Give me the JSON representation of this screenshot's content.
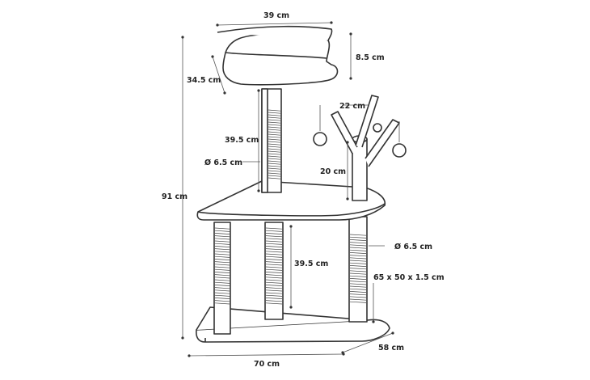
{
  "diagram": {
    "subject": "cat-tree",
    "dimensions": {
      "bed_width": "39 cm",
      "bed_height": "8.5 cm",
      "bed_depth": "34.5 cm",
      "top_post_height": "39.5 cm",
      "post_diameter_top": "Ø 6.5 cm",
      "branch_length": "22 cm",
      "branch_post_height": "20 cm",
      "total_height": "91 cm",
      "lower_post_height": "39.5 cm",
      "post_diameter_lower": "Ø 6.5 cm",
      "base_board": "65 x 50 x 1.5 cm",
      "base_width": "70 cm",
      "base_depth": "58 cm"
    }
  }
}
